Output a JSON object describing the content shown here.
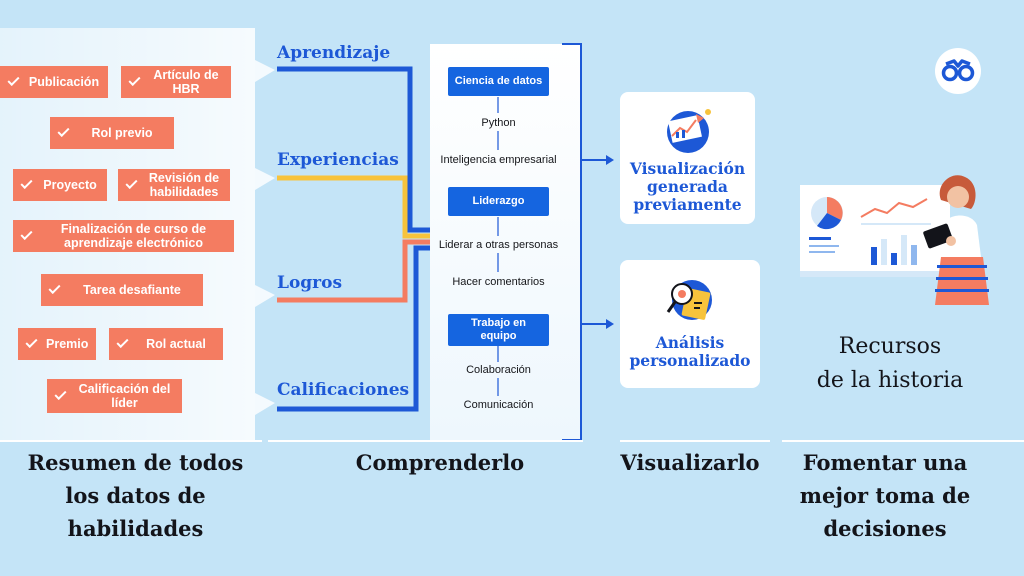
{
  "tags": [
    "Publicación",
    "Artículo de HBR",
    "Rol previo",
    "Proyecto",
    "Revisión de habilidades",
    "Finalización de curso de aprendizaje electrónico",
    "Tarea desafiante",
    "Premio",
    "Rol actual",
    "Calificación del líder"
  ],
  "categories": [
    "Aprendizaje",
    "Experiencias",
    "Logros",
    "Calificaciones"
  ],
  "understand": {
    "groups": [
      {
        "title": "Ciencia de datos",
        "items": [
          "Python",
          "Inteligencia empresarial"
        ]
      },
      {
        "title": "Liderazgo",
        "items": [
          "Liderar a otras personas",
          "Hacer comentarios"
        ]
      },
      {
        "title": "Trabajo en equipo",
        "items": [
          "Colaboración",
          "Comunicación"
        ]
      }
    ]
  },
  "visualize": {
    "cards": [
      {
        "line1": "Visualización",
        "line2": "generada",
        "line3": "previamente"
      },
      {
        "line1": "Análisis",
        "line2": "personalizado"
      }
    ]
  },
  "resources": {
    "line1": "Recursos",
    "line2": "de la historia"
  },
  "footers": [
    {
      "line1": "Resumen de todos",
      "line2": "los datos de",
      "line3": "habilidades"
    },
    {
      "line1": "Comprenderlo"
    },
    {
      "line1": "Visualizarlo"
    },
    {
      "line1": "Fomentar una",
      "line2": "mejor toma de",
      "line3": "decisiones"
    }
  ],
  "colors": {
    "background": "#c4e4f7",
    "accent_blue": "#1d58d6",
    "tag_coral": "#f47c61",
    "line_yellow": "#f7c33c",
    "button_blue": "#1565e0"
  },
  "icons": [
    "check-icon",
    "chart-growth-icon",
    "analysis-magnifier-icon",
    "glasses-icon"
  ]
}
